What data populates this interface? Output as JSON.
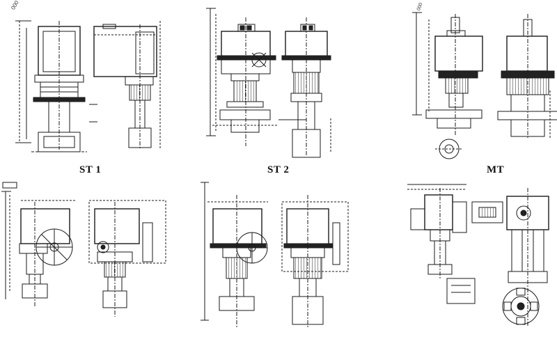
{
  "labels": {
    "st1": "ST 1",
    "st2": "ST 2",
    "mt": "MT"
  },
  "colors": {
    "ink": "#1a1a1a",
    "dim": "#555555",
    "paper": "#ffffff"
  }
}
